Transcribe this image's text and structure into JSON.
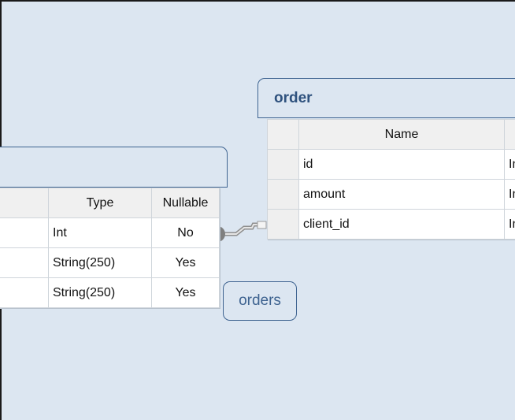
{
  "left_table": {
    "title": "",
    "columns": {
      "type": "Type",
      "nullable": "Nullable"
    },
    "rows": [
      {
        "type": "Int",
        "nullable": "No"
      },
      {
        "type": "String(250)",
        "nullable": "Yes"
      },
      {
        "type": "String(250)",
        "nullable": "Yes"
      }
    ]
  },
  "order_table": {
    "title": "order",
    "columns": {
      "name": "Name",
      "type": ""
    },
    "rows": [
      {
        "name": "id",
        "type": "In"
      },
      {
        "name": "amount",
        "type": "In"
      },
      {
        "name": "client_id",
        "type": "In"
      }
    ]
  },
  "relationship": {
    "label": "orders"
  },
  "colors": {
    "canvas": "#dce6f1",
    "accent": "#3e6390",
    "connector": "#8a8a8a"
  }
}
